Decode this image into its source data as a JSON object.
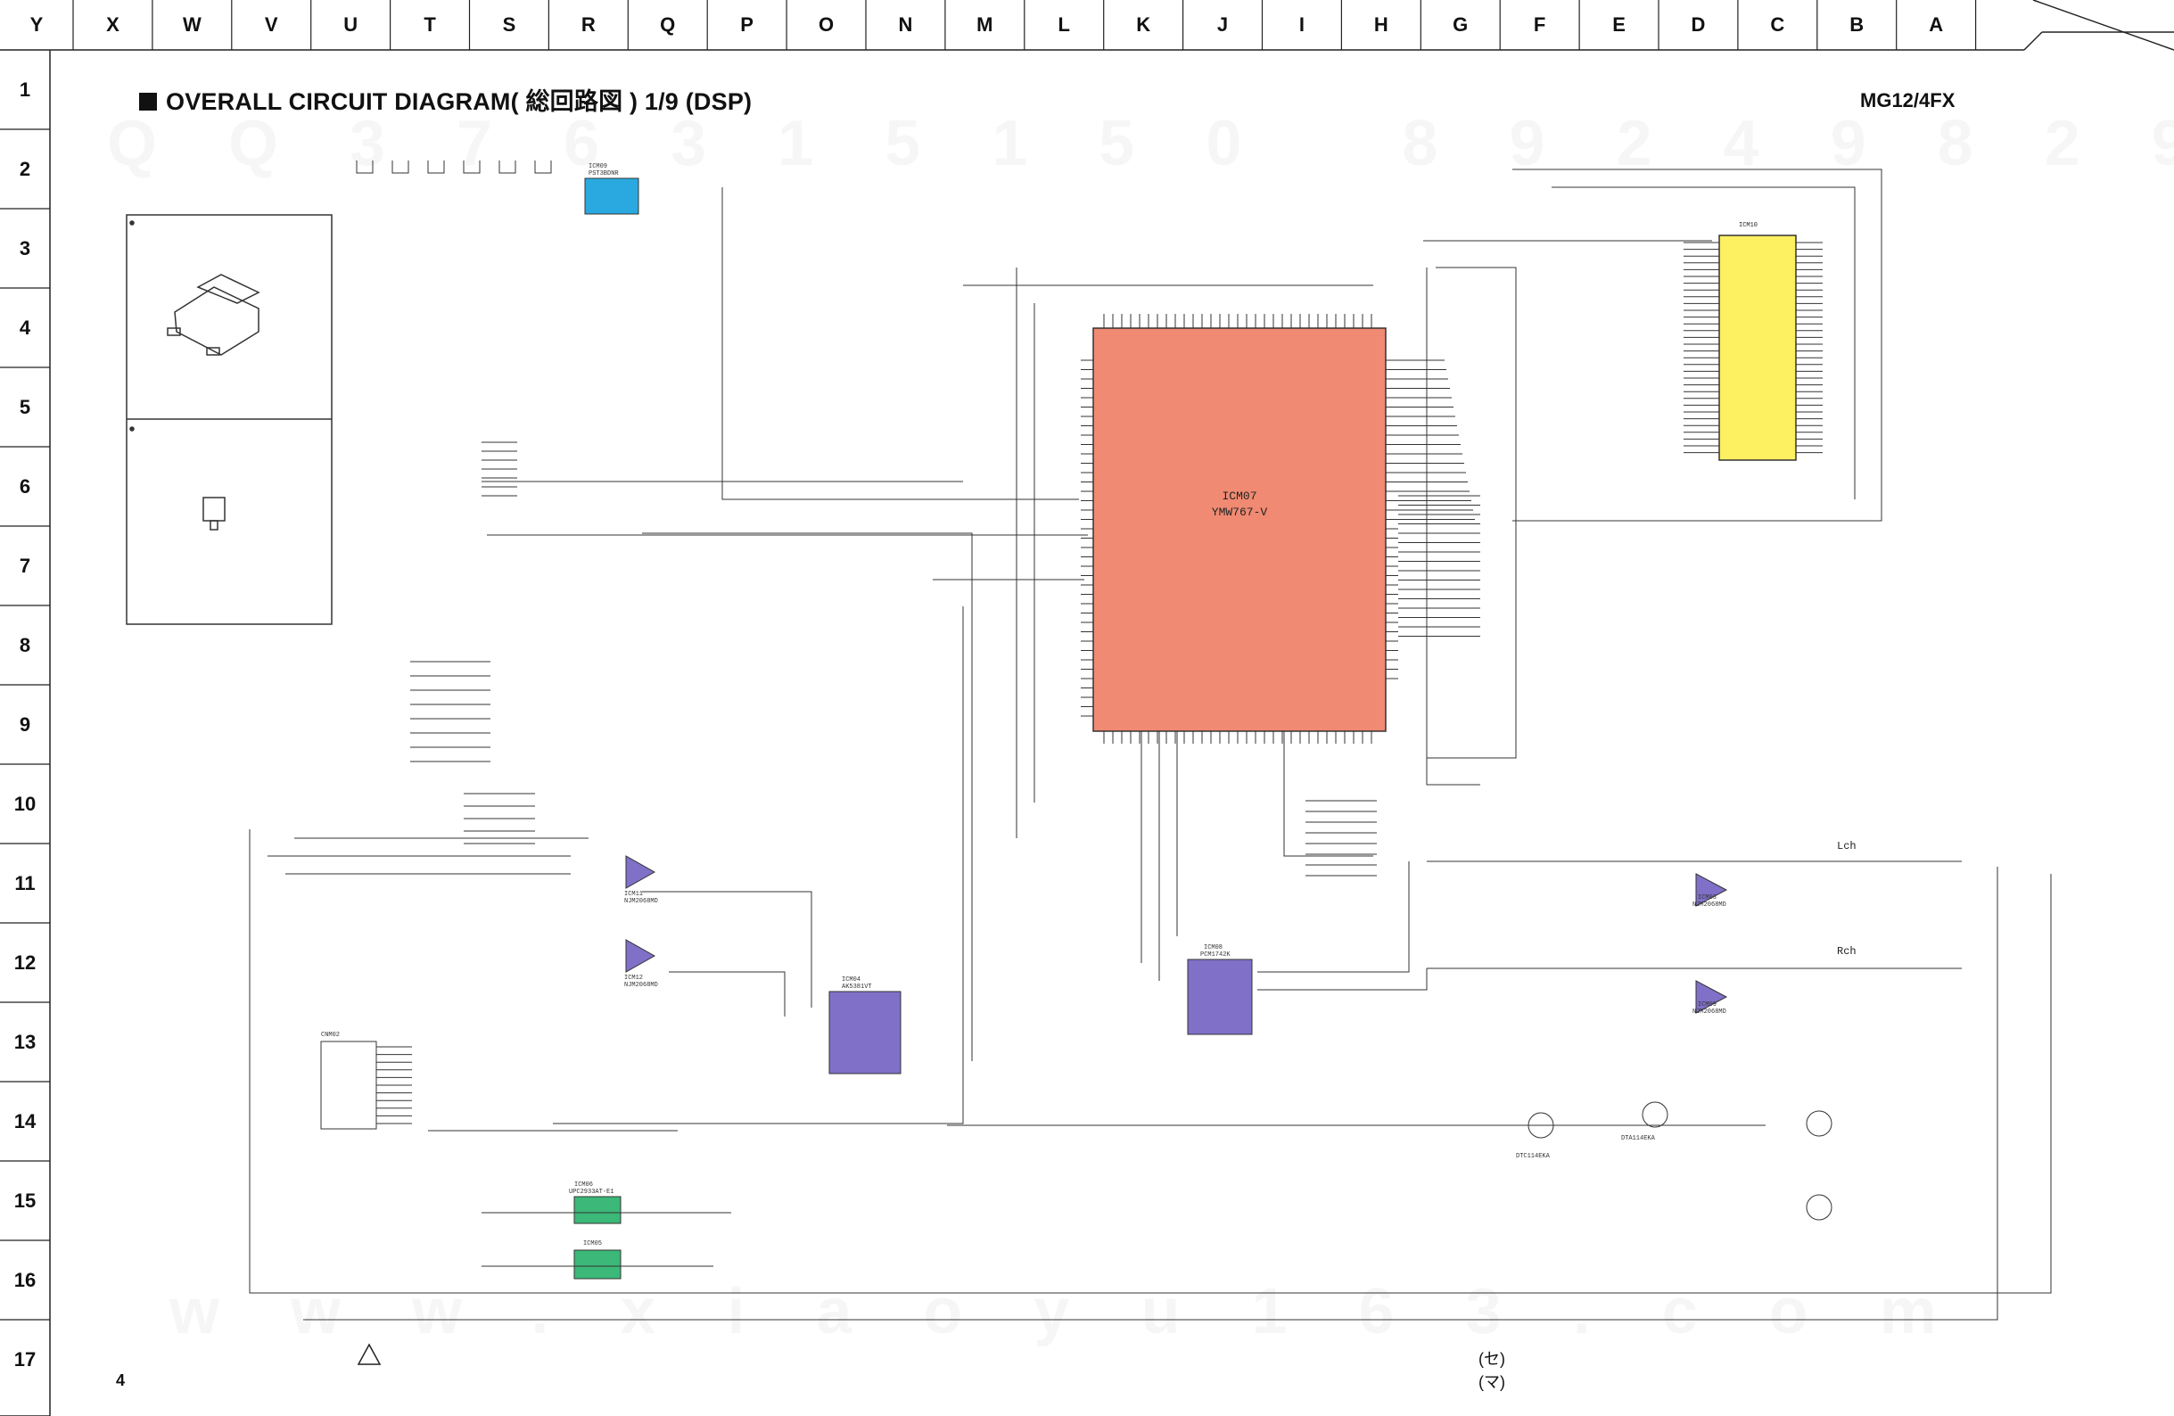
{
  "header": {
    "columns": [
      "Y",
      "X",
      "W",
      "V",
      "U",
      "T",
      "S",
      "R",
      "Q",
      "P",
      "O",
      "N",
      "M",
      "L",
      "K",
      "J",
      "I",
      "H",
      "G",
      "F",
      "E",
      "D",
      "C",
      "B",
      "A"
    ],
    "rows": [
      "1",
      "2",
      "3",
      "4",
      "5",
      "6",
      "7",
      "8",
      "9",
      "10",
      "11",
      "12",
      "13",
      "14",
      "15",
      "16",
      "17"
    ]
  },
  "title": "OVERALL CIRCUIT DIAGRAM( 総回路図 ) 1/9 (DSP)",
  "model": "MG12/4FX",
  "page_number": "4",
  "footer_marks": [
    "(セ)",
    "(マ)"
  ],
  "colors": {
    "dsp_chip": "#f08a72",
    "sram_chip": "#fdf061",
    "regulator_blue": "#2aa9e0",
    "ic_purple": "#8070c8",
    "regulator_green": "#3cb878"
  },
  "components": {
    "dsp": {
      "ref": "ICM07",
      "part": "YMW767-V"
    },
    "sram": {
      "ref": "ICM10"
    },
    "reg_top": {
      "ref": "ICM09",
      "part": "PST3BDNR"
    },
    "adc": {
      "ref": "ICM04",
      "part": "AK5381VT"
    },
    "dac": {
      "ref": "ICM08",
      "part": "PCM1742K"
    },
    "reg_a": {
      "ref": "ICM06",
      "part": "UPC2933AT-E1"
    },
    "reg_b": {
      "ref": "ICM05"
    },
    "opamp_1": {
      "ref": "ICM11",
      "part": "NJM2068MD"
    },
    "opamp_2": {
      "ref": "ICM12",
      "part": "NJM2068MD"
    },
    "opamp_3": {
      "ref": "ICM03",
      "part": "NJM2068MD"
    },
    "opamp_4": {
      "ref": "ICM09",
      "part": "NJM2068MD"
    },
    "connector": {
      "ref": "CNM02"
    },
    "out_l": "Lch",
    "out_r": "Rch",
    "trans_a": "DTC114EKA",
    "trans_b": "DTA114EKA"
  }
}
